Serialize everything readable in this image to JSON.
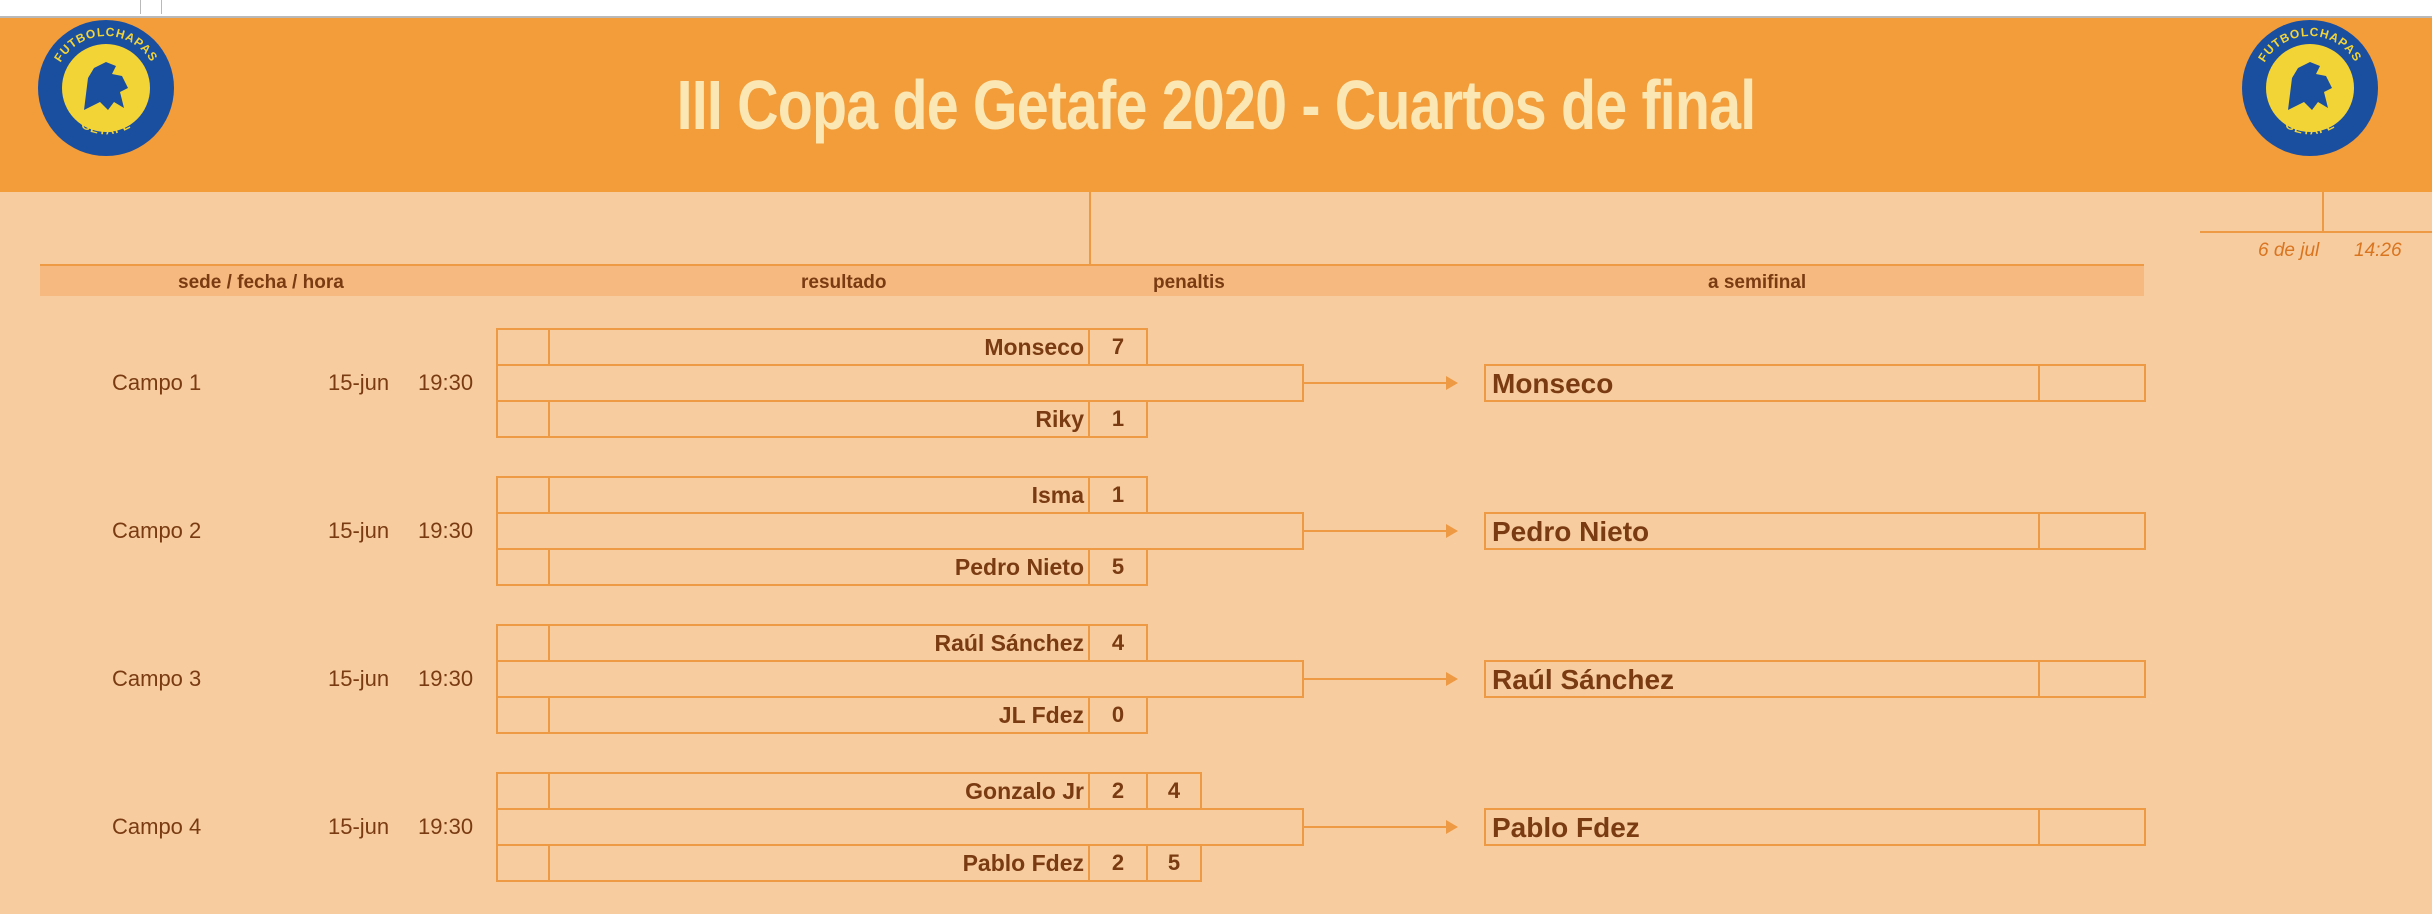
{
  "page": {
    "title": "III Copa de Getafe 2020 - Cuartos de final",
    "logo_text_top": "FUTBOLCHAPAS",
    "logo_text_bottom": "GETAFE",
    "date": "6 de jul",
    "time": "14:26"
  },
  "columns": {
    "venue": "sede / fecha / hora",
    "result": "resultado",
    "penalties": "penaltis",
    "semifinal": "a semifinal"
  },
  "matches": [
    {
      "venue": "Campo 1",
      "date": "15-jun",
      "time": "19:30",
      "home": "Monseco",
      "home_score": "7",
      "home_pen": "",
      "away": "Riky",
      "away_score": "1",
      "away_pen": "",
      "winner": "Monseco"
    },
    {
      "venue": "Campo 2",
      "date": "15-jun",
      "time": "19:30",
      "home": "Isma",
      "home_score": "1",
      "home_pen": "",
      "away": "Pedro Nieto",
      "away_score": "5",
      "away_pen": "",
      "winner": "Pedro Nieto"
    },
    {
      "venue": "Campo 3",
      "date": "15-jun",
      "time": "19:30",
      "home": "Raúl Sánchez",
      "home_score": "4",
      "home_pen": "",
      "away": "JL Fdez",
      "away_score": "0",
      "away_pen": "",
      "winner": "Raúl Sánchez"
    },
    {
      "venue": "Campo 4",
      "date": "15-jun",
      "time": "19:30",
      "home": "Gonzalo Jr",
      "home_score": "2",
      "home_pen": "4",
      "away": "Pablo Fdez",
      "away_score": "2",
      "away_pen": "5",
      "winner": "Pablo Fdez"
    }
  ],
  "colors": {
    "header_bg": "#f29c3a",
    "page_bg": "#f7cc9f",
    "title_text": "#fbe7b4",
    "line": "#ee9a44",
    "text": "#7a3b12",
    "logo_blue": "#1a4fa0",
    "logo_yellow": "#f3d437"
  }
}
